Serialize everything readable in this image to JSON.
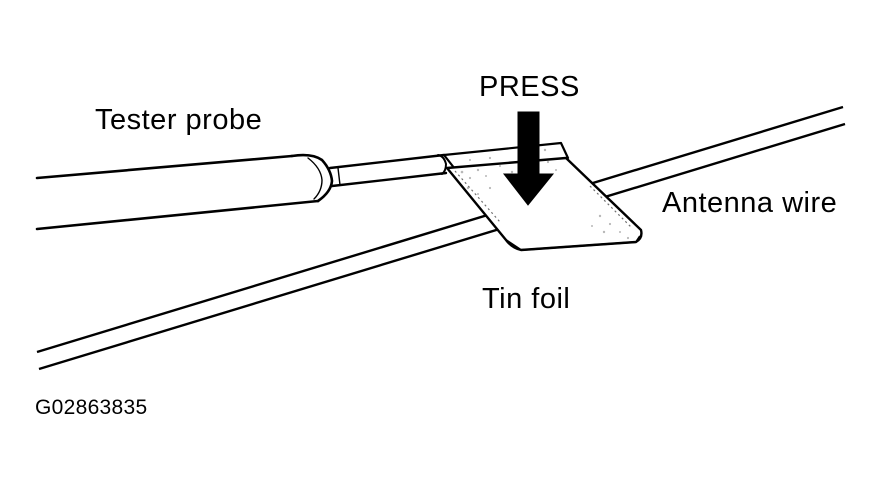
{
  "labels": {
    "tester_probe": "Tester probe",
    "press": "PRESS",
    "antenna_wire": "Antenna wire",
    "tin_foil": "Tin foil",
    "figure_code": "G02863835"
  },
  "colors": {
    "ink": "#000000",
    "paper": "#ffffff",
    "foil_shade": "#b8b8b8"
  }
}
